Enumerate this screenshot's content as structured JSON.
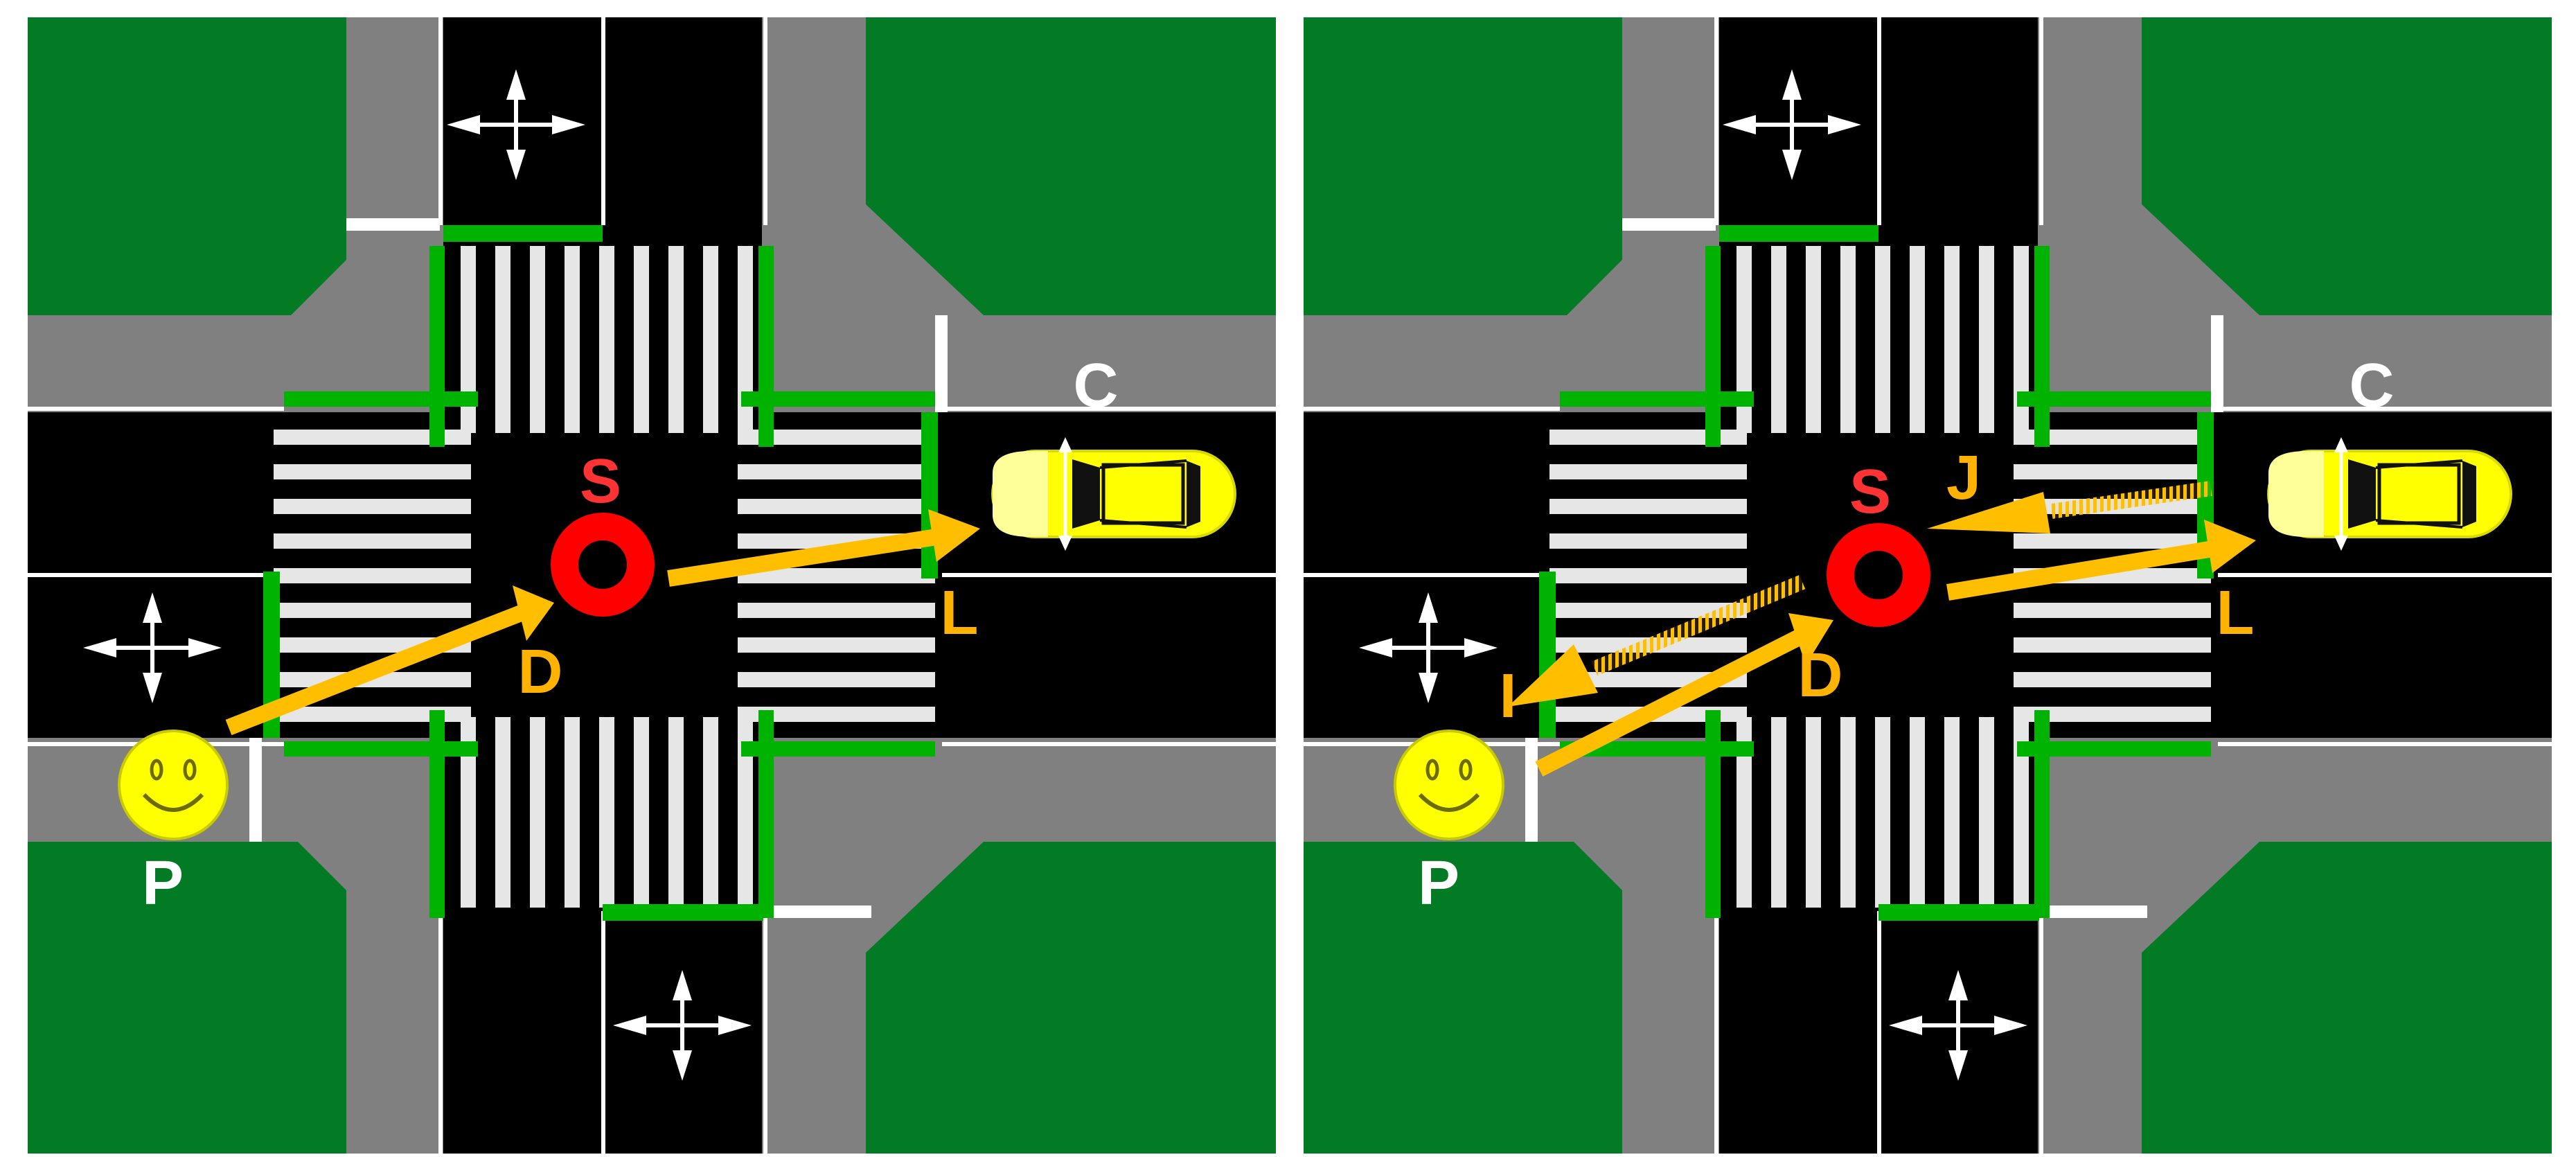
{
  "colors": {
    "grass": "#027B24",
    "sidewalk": "#808080",
    "road": "#000000",
    "stripe": "#E6E6E6",
    "line": "#FFFFFF",
    "green_line": "#00B300",
    "arrow": "#FFBF00",
    "stop": "#FF0000",
    "car": "#FFFF00",
    "smiley": "#FFFF00",
    "label_white": "#FFFFFF",
    "label_red": "#FF3333",
    "label_orange": "#FFB300"
  },
  "icons": {
    "pedestrian": "smiley-face-icon",
    "stop": "red-ring-icon",
    "vehicle": "yellow-car-icon",
    "direction": "four-way-arrow-icon"
  },
  "panels": [
    {
      "labels": {
        "p": "P",
        "c": "C",
        "s": "S",
        "d": "D",
        "l": "L"
      }
    },
    {
      "labels": {
        "p": "P",
        "c": "C",
        "s": "S",
        "d": "D",
        "l": "L",
        "i": "I",
        "j": "J"
      }
    }
  ]
}
